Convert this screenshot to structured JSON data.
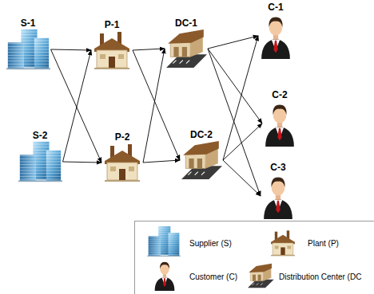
{
  "diagram": {
    "nodes": [
      {
        "text": [
          "S-1"
        ]
      },
      {
        "text": [
          "S-2"
        ]
      },
      {
        "text": [
          "P-1"
        ]
      },
      {
        "text": [
          "P-2"
        ]
      },
      {
        "text": [
          "DC-1"
        ]
      },
      {
        "text": [
          "DC-2"
        ]
      },
      {
        "text": [
          "C-1"
        ]
      },
      {
        "text": [
          "C-2"
        ]
      },
      {
        "text": [
          "C-3"
        ]
      }
    ],
    "edges": [
      {
        "from": 0,
        "to": 2,
        "arrow": "to"
      },
      {
        "from": 0,
        "to": 3,
        "arrow": "to"
      },
      {
        "from": 1,
        "to": 2,
        "arrow": "to"
      },
      {
        "from": 1,
        "to": 3,
        "arrow": "to"
      },
      {
        "from": 2,
        "to": 4,
        "arrow": "to"
      },
      {
        "from": 2,
        "to": 5,
        "arrow": "to"
      },
      {
        "from": 3,
        "to": 4,
        "arrow": "to"
      },
      {
        "from": 3,
        "to": 5,
        "arrow": "to"
      },
      {
        "from": 4,
        "to": 6,
        "arrow": "to"
      },
      {
        "from": 4,
        "to": 7,
        "arrow": "to"
      },
      {
        "from": 4,
        "to": 8,
        "arrow": "to"
      },
      {
        "from": 5,
        "to": 6,
        "arrow": "to"
      },
      {
        "from": 5,
        "to": 7,
        "arrow": "to"
      },
      {
        "from": 5,
        "to": 8,
        "arrow": "to"
      }
    ],
    "legend": [
      {
        "text": "Supplier (S)"
      },
      {
        "text": "Plant (P)"
      },
      {
        "text": "Customer (C)"
      },
      {
        "text": "Distribution Center (DC"
      }
    ]
  }
}
